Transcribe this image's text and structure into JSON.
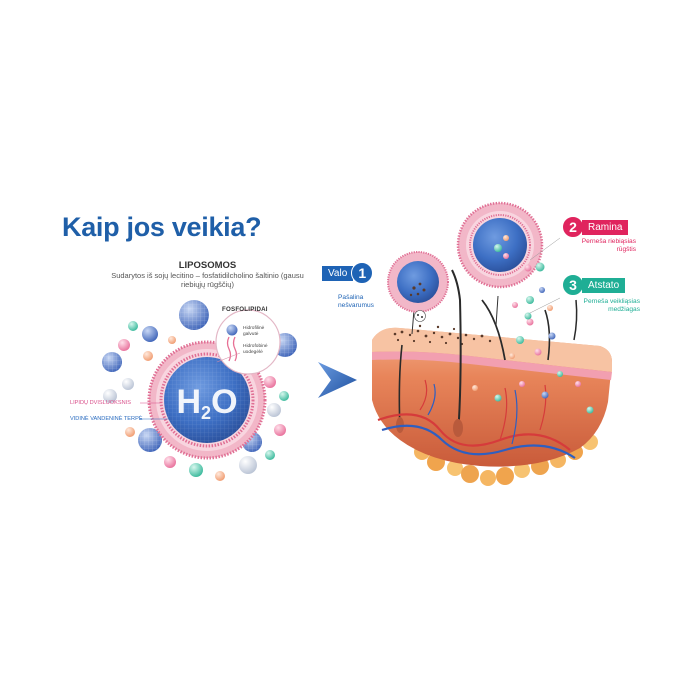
{
  "title": "Kaip jos veikia?",
  "liposome_panel": {
    "heading": "LIPOSOMOS",
    "subheading": "Sudarytos iš sojų lecitino – fosfatidilcholino šaltinio (gausu riebiųjų rūgščių)",
    "fosfolipidai_label": "FOSFOLIPIDAI",
    "hydrophilic_label": "Hidrofilinė galvutė",
    "hydrophobic_label": "Hidrofobinė uodegėlė",
    "core_label_main": "H",
    "core_label_sub": "2",
    "core_label_end": "O",
    "lipid_layer_label": "LIPIDŲ DVISLUOKSNIS",
    "water_core_label": "VIDINĖ VANDENINĖ TERPĖ"
  },
  "steps": [
    {
      "number": "1",
      "word": "Valo",
      "note": "Pašalina nešvarumus",
      "color": "#1e63b5"
    },
    {
      "number": "2",
      "word": "Ramina",
      "note": "Perneša riebiąsias rūgštis",
      "color": "#e0245e"
    },
    {
      "number": "3",
      "word": "Atstato",
      "note": "Perneša veikliąsias medžiagas",
      "color": "#1fae95"
    }
  ],
  "colors": {
    "title": "#1f5fa8",
    "membrane_pink": "#e89ab0",
    "core_blue": "#3d6fc4",
    "skin": "#e98a5f",
    "arrow": "#2a62b8"
  }
}
